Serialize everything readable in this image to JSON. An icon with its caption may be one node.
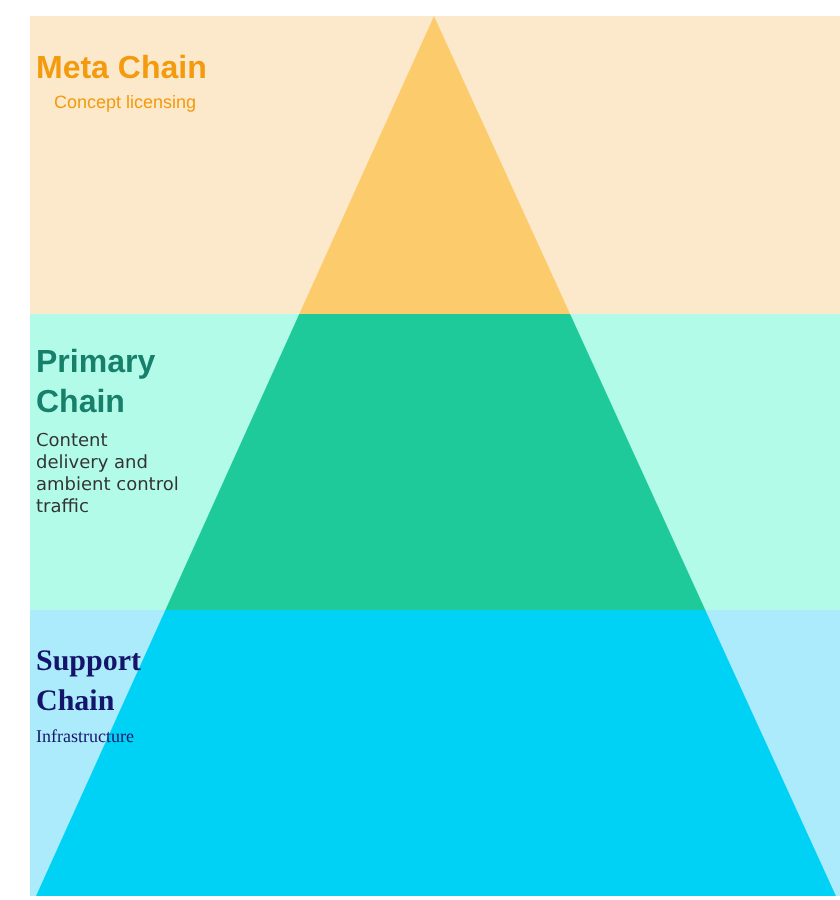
{
  "diagram": {
    "nodes": [
      {
        "text": [
          "Meta Chain",
          "Concept licensing"
        ]
      },
      {
        "text": [
          "Primary Chain",
          "Content delivery and ambient control traffic"
        ]
      },
      {
        "text": [
          "Support Chain",
          "Infrastructure"
        ]
      }
    ],
    "edges": []
  }
}
